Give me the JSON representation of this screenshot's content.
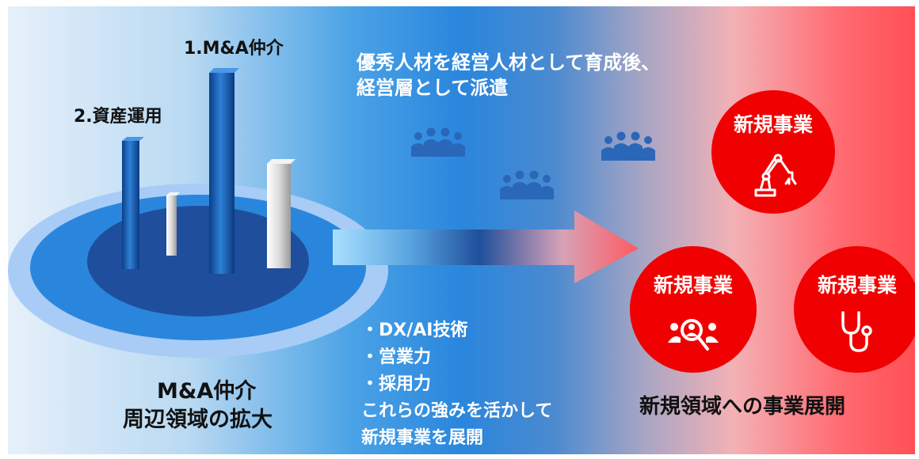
{
  "left": {
    "bar_label_1": "1.M&A仲介",
    "bar_label_2": "2.資産運用",
    "caption_line1": "M&A仲介",
    "caption_line2": "周辺領域の拡大"
  },
  "top_text": {
    "line1": "優秀人材を経営人材として育成後、",
    "line2": "経営層として派遣"
  },
  "strengths": {
    "items": [
      "・DX/AI技術",
      "・営業力",
      "・採用力"
    ],
    "line4": "これらの強みを活かして",
    "line5": "新規事業を展開"
  },
  "right": {
    "circles": [
      {
        "label": "新規事業",
        "icon": "robot-arm-icon"
      },
      {
        "label": "新規事業",
        "icon": "people-search-icon"
      },
      {
        "label": "新規事業",
        "icon": "stethoscope-icon"
      }
    ],
    "caption": "新規領域への事業展開"
  },
  "icons": [
    "people-group-icon",
    "people-group-icon",
    "people-group-icon",
    "arrow-icon"
  ],
  "colors": {
    "circle_red": "#f00000",
    "bar_blue": "#1a5fb0",
    "ellipse_outer": "#a8ccf5",
    "ellipse_inner": "#1f4f9c"
  }
}
